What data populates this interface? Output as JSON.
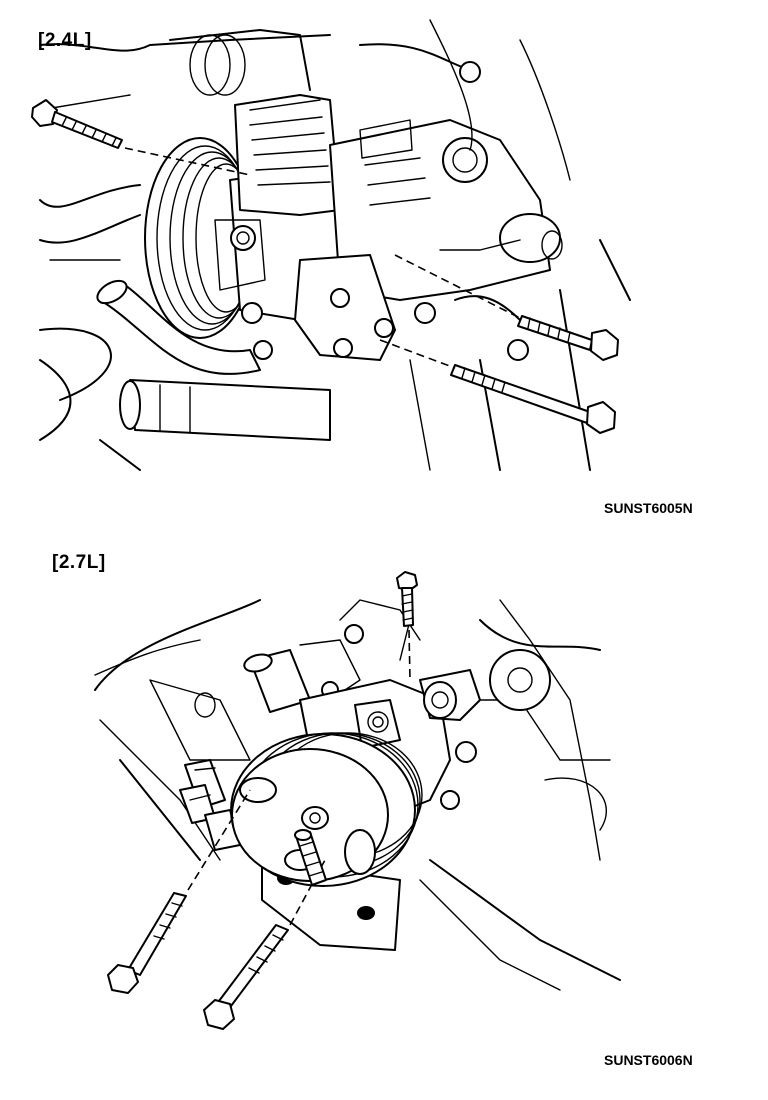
{
  "sections": [
    {
      "label": "[2.4L]",
      "figure_code": "SUNST6005N"
    },
    {
      "label": "[2.7L]",
      "figure_code": "SUNST6006N"
    }
  ]
}
